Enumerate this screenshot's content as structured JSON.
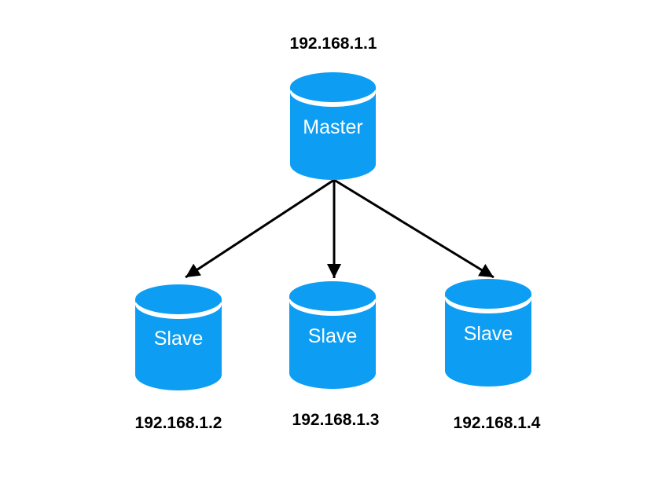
{
  "diagram": {
    "master": {
      "label": "Master",
      "ip": "192.168.1.1"
    },
    "slaves": [
      {
        "label": "Slave",
        "ip": "192.168.1.2"
      },
      {
        "label": "Slave",
        "ip": "192.168.1.3"
      },
      {
        "label": "Slave",
        "ip": "192.168.1.4"
      }
    ],
    "edges": [
      {
        "from": "192.168.1.1",
        "to": "192.168.1.2"
      },
      {
        "from": "192.168.1.1",
        "to": "192.168.1.3"
      },
      {
        "from": "192.168.1.1",
        "to": "192.168.1.4"
      }
    ],
    "colors": {
      "cylinder": "#0d9ef4",
      "label_text": "#ffffff",
      "ip_text": "#000000",
      "arrow": "#000000",
      "background": "#ffffff"
    }
  }
}
